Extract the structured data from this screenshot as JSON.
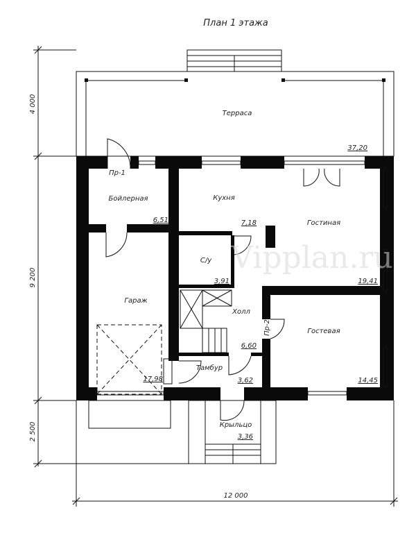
{
  "title": "План 1 этажа",
  "watermark": "Vipplan.ru",
  "rooms": [
    {
      "name": "Терраса",
      "area": "37,20"
    },
    {
      "name": "Бойлерная",
      "area": "6,51"
    },
    {
      "name": "Кухня",
      "area": "7,18"
    },
    {
      "name": "Гостиная",
      "area": "19,41"
    },
    {
      "name": "С/у",
      "area": "3,91"
    },
    {
      "name": "Гараж",
      "area": "17,98"
    },
    {
      "name": "Холл",
      "area": "6,60"
    },
    {
      "name": "Гостевая",
      "area": "14,45"
    },
    {
      "name": "Тамбур",
      "area": "3,62"
    },
    {
      "name": "Крыльцо",
      "area": "3,36"
    }
  ],
  "doors": {
    "d1": "Пр-1",
    "d2": "Пр-2"
  },
  "dimensions": {
    "terrace": "4 000",
    "house": "9 200",
    "porch": "2 500",
    "width": "12 000"
  }
}
